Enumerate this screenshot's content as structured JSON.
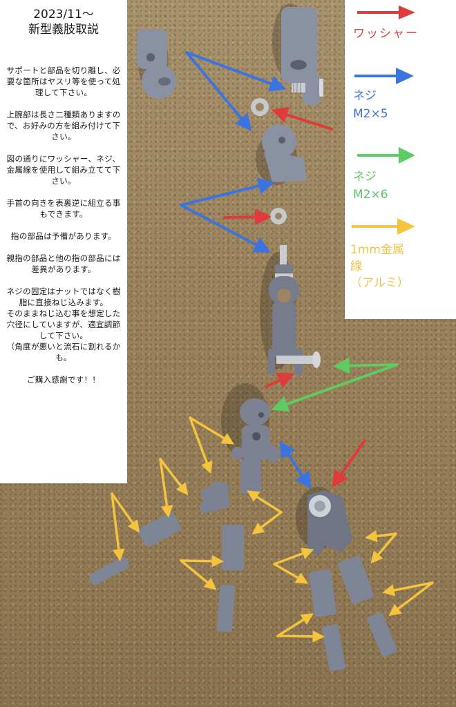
{
  "instructions": {
    "title_line1": "2023/11～",
    "title_line2": "新型義肢取説",
    "paragraphs": [
      "サポートと部品を切り離し、必要な箇所はヤスリ等を使って処理して下さい。",
      "上腕部は長さ二種類ありますので、お好みの方を組み付けて下さい。",
      "図の通りにワッシャー、ネジ、金属線を使用して組み立てて下さい。",
      "手首の向きを表裏逆に組立る事もできます。",
      "指の部品は予備があります。",
      "親指の部品と他の指の部品には差異があります。",
      "ネジの固定はナットではなく樹脂に直接ねじ込みます。\nそのままねじ込む事を想定した穴径にしていますが、適宜調節して下さい。\n（角度が悪いと流石に割れるかも。",
      "ご購入感謝です！！"
    ]
  },
  "legend": {
    "items": [
      {
        "label": "ワッシャー",
        "color": "#d64545",
        "meaning": "washer"
      },
      {
        "label": "ネジ\nM2×5",
        "color": "#3a73d6",
        "meaning": "screw M2x5"
      },
      {
        "label": "ネジ\nM2×6",
        "color": "#5cc263",
        "meaning": "screw M2x6"
      },
      {
        "label": "1mm金属\n線\n（アルミ）",
        "color": "#f0c24a",
        "meaning": "1mm metal wire (aluminum)"
      }
    ]
  },
  "photo": {
    "description": "Disassembled 3D-printed prosthetic arm parts (gray resin) on cork board with colored annotation arrows",
    "part_color": "#7f8491",
    "board_color": "#9c8560"
  }
}
